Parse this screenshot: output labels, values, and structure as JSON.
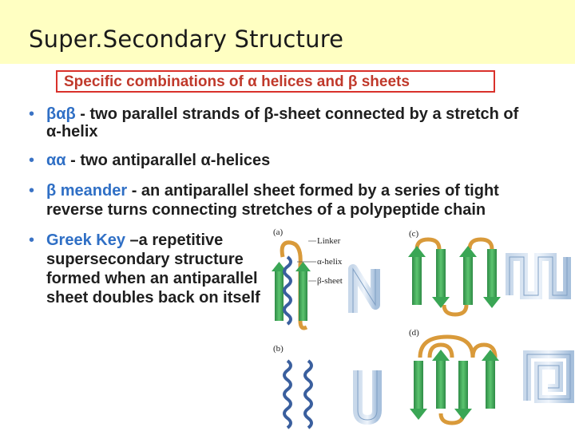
{
  "slide": {
    "title": "Super.Secondary Structure",
    "subtitle": "Specific combinations of α helices and β sheets",
    "bullets": [
      {
        "term": "βαβ",
        "lines": [
          "- two parallel strands of β-sheet connected by a stretch of",
          "α-helix"
        ]
      },
      {
        "term": "αα",
        "lines": [
          "- two antiparallel α-helices"
        ]
      },
      {
        "term": "β meander",
        "lines": [
          "- an antiparallel sheet formed by a series of tight",
          "reverse turns connecting stretches of a polypeptide chain"
        ]
      },
      {
        "term": "Greek Key",
        "lines": [
          "–a repetitive",
          "supersecondary structure",
          "formed when an antiparallel",
          "sheet doubles back on itself"
        ]
      }
    ]
  },
  "figure": {
    "panel_a": "(a)",
    "panel_b": "(b)",
    "panel_c": "(c)",
    "panel_d": "(d)",
    "label_linker": "Linker",
    "label_helix": "α-helix",
    "label_sheet": "β-sheet"
  },
  "colors": {
    "title_band": "#ffffc2",
    "subtitle_red": "#c0392b",
    "term_blue": "#2f6fc5",
    "strand_green": "#3aa655",
    "loop_orange": "#d99a3a",
    "helix_blue": "#3a5f9e",
    "sketch_blue": "#9bb8d8"
  }
}
